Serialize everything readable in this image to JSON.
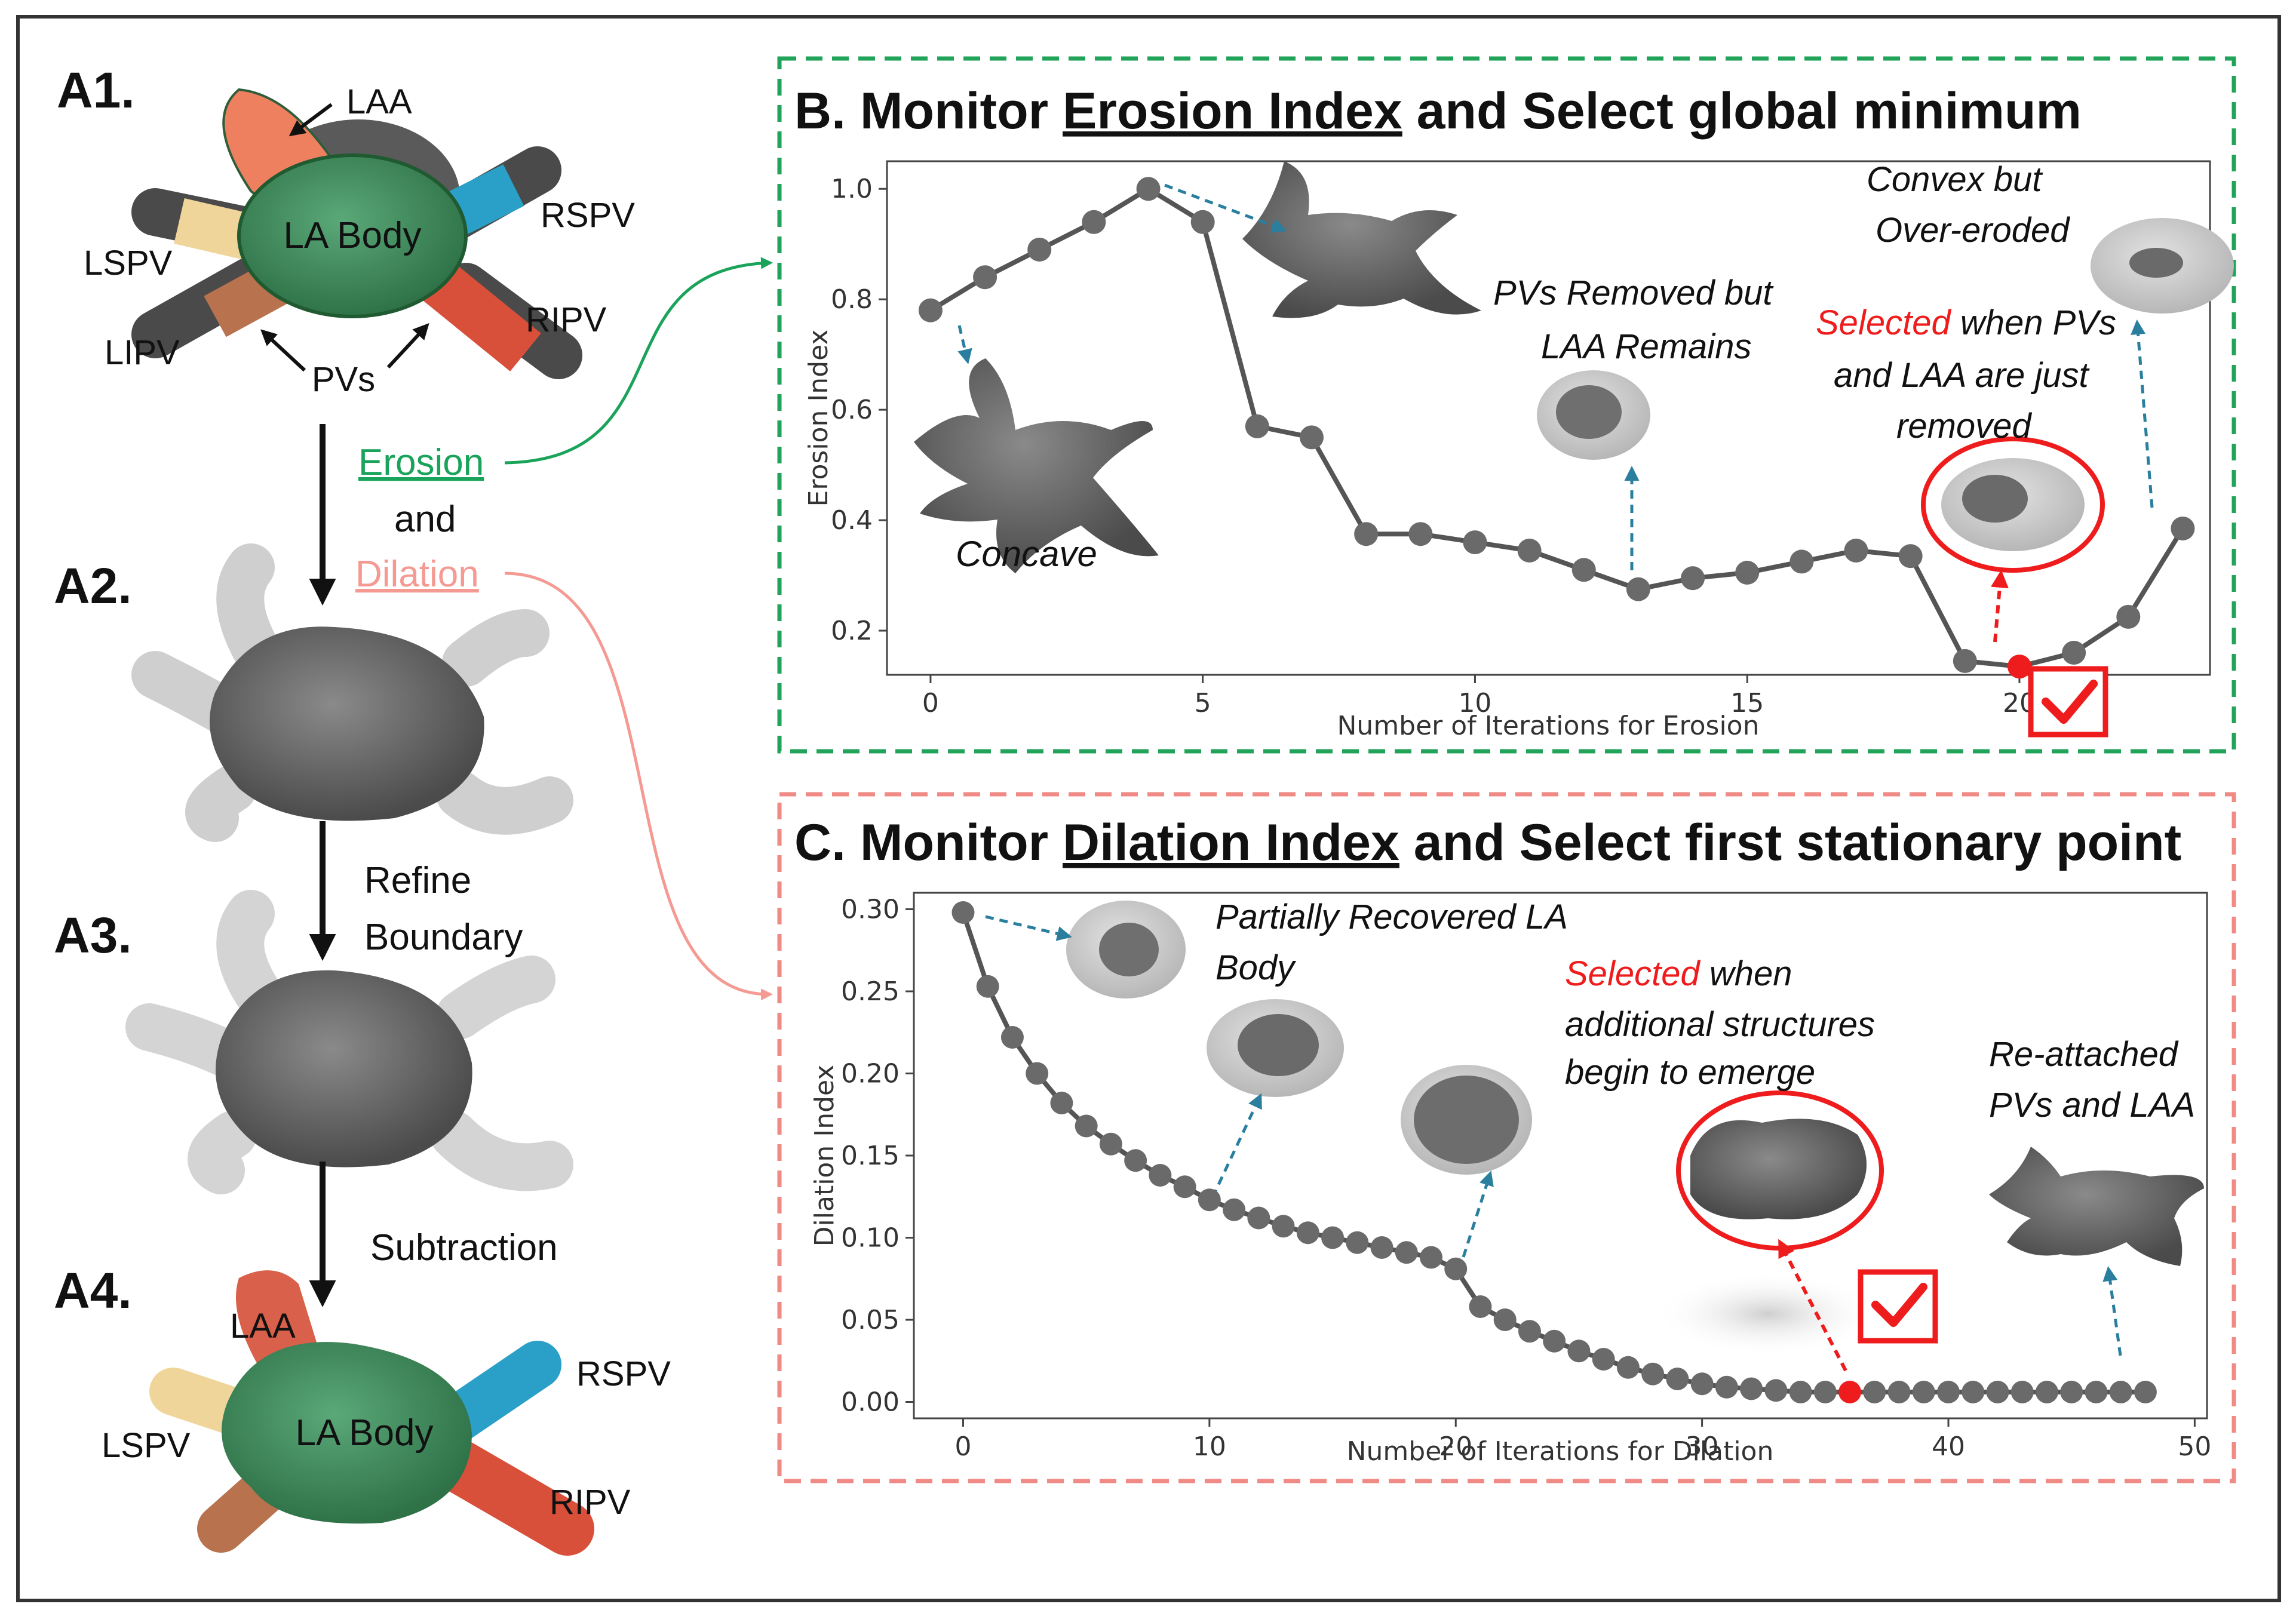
{
  "left_panel": {
    "a1": {
      "label": "A1.",
      "la_body": "LA Body",
      "laa": "LAA",
      "rspv": "RSPV",
      "lspv": "LSPV",
      "ripv": "RIPV",
      "lipv": "LIPV",
      "pvs": "PVs"
    },
    "erosion_link": "Erosion",
    "and_text": "and",
    "dilation_link": "Dilation",
    "a2": {
      "label": "A2."
    },
    "refine_line1": "Refine",
    "refine_line2": "Boundary",
    "a3": {
      "label": "A3."
    },
    "subtraction": "Subtraction",
    "a4": {
      "label": "A4.",
      "laa": "LAA",
      "rspv": "RSPV",
      "lspv": "LSPV",
      "la_body": "LA Body",
      "ripv": "RIPV"
    }
  },
  "panel_b": {
    "title_prefix": "B. Monitor ",
    "title_underlined": "Erosion Index",
    "title_suffix": " and Select global minimum",
    "annotations": {
      "concave": "Concave",
      "pvs_removed_1": "PVs Removed but",
      "pvs_removed_2": "LAA Remains",
      "convex_1": "Convex but",
      "convex_2": "Over-eroded",
      "selected_word": "Selected",
      "selected_rest": " when PVs",
      "selected_2": "and LAA are just",
      "selected_3": "removed"
    }
  },
  "panel_c": {
    "title_prefix": "C. Monitor ",
    "title_underlined": "Dilation Index",
    "title_suffix": " and Select first stationary point",
    "annotations": {
      "partial_1": "Partially Recovered LA",
      "partial_2": "Body",
      "selected_word": "Selected",
      "selected_rest": " when",
      "selected_2": "additional structures",
      "selected_3": "begin to emerge",
      "reattached_1": "Re-attached",
      "reattached_2": "PVs and LAA"
    }
  },
  "chart_data": [
    {
      "type": "line",
      "xlabel": "Number of Iterations for Erosion",
      "ylabel": "Erosion Index",
      "xlim": [
        -0.8,
        23.5
      ],
      "ylim": [
        0.12,
        1.05
      ],
      "xticks": [
        0,
        5,
        10,
        15,
        20
      ],
      "yticks": [
        0.2,
        0.4,
        0.6,
        0.8,
        1.0
      ],
      "ytick_labels": [
        "0.2",
        "0.4",
        "0.6",
        "0.8",
        "1.0"
      ],
      "x": [
        0,
        1,
        2,
        3,
        4,
        5,
        6,
        7,
        8,
        9,
        10,
        11,
        12,
        13,
        14,
        15,
        16,
        17,
        18,
        19,
        20,
        21,
        22,
        23
      ],
      "y": [
        0.78,
        0.84,
        0.89,
        0.94,
        1.0,
        0.94,
        0.57,
        0.55,
        0.375,
        0.375,
        0.36,
        0.345,
        0.31,
        0.275,
        0.295,
        0.305,
        0.325,
        0.345,
        0.335,
        0.145,
        0.135,
        0.16,
        0.225,
        0.385
      ],
      "selected_x": 20,
      "selected_y": 0.135,
      "line_color": "#555555",
      "selected_color": "#ee1c1c"
    },
    {
      "type": "line",
      "xlabel": "Number of Iterations for Dilation",
      "ylabel": "Dilation Index",
      "xlim": [
        -2,
        50.5
      ],
      "ylim": [
        -0.01,
        0.31
      ],
      "xticks": [
        0,
        10,
        20,
        30,
        40,
        50
      ],
      "yticks": [
        0.0,
        0.05,
        0.1,
        0.15,
        0.2,
        0.25,
        0.3
      ],
      "ytick_labels": [
        "0.00",
        "0.05",
        "0.10",
        "0.15",
        "0.20",
        "0.25",
        "0.30"
      ],
      "x": [
        0,
        1,
        2,
        3,
        4,
        5,
        6,
        7,
        8,
        9,
        10,
        11,
        12,
        13,
        14,
        15,
        16,
        17,
        18,
        19,
        20,
        21,
        22,
        23,
        24,
        25,
        26,
        27,
        28,
        29,
        30,
        31,
        32,
        33,
        34,
        35,
        36,
        37,
        38,
        39,
        40,
        41,
        42,
        43,
        44,
        45,
        46,
        47,
        48
      ],
      "y": [
        0.298,
        0.253,
        0.222,
        0.2,
        0.182,
        0.168,
        0.157,
        0.147,
        0.138,
        0.131,
        0.123,
        0.117,
        0.112,
        0.107,
        0.103,
        0.1,
        0.097,
        0.094,
        0.091,
        0.088,
        0.081,
        0.058,
        0.05,
        0.043,
        0.037,
        0.031,
        0.026,
        0.021,
        0.017,
        0.014,
        0.011,
        0.009,
        0.008,
        0.007,
        0.006,
        0.006,
        0.006,
        0.006,
        0.006,
        0.006,
        0.006,
        0.006,
        0.006,
        0.006,
        0.006,
        0.006,
        0.006,
        0.006,
        0.006
      ],
      "selected_x": 36,
      "selected_y": 0.006,
      "line_color": "#555555",
      "selected_color": "#ee1c1c"
    }
  ],
  "colors": {
    "frame": "#333333",
    "panel_b_border": "#22a35a",
    "panel_c_border": "#f08a84",
    "erosion": "#1aa35a",
    "dilation": "#f59a93",
    "red": "#ee1c1c",
    "leader": "#2a7f9e",
    "la_body": "#3f8a5a",
    "laa": "#d9604a",
    "rspv": "#2aa0c8",
    "lspv": "#efd59a",
    "ripv": "#d9503a",
    "lipv": "#b8724e"
  }
}
